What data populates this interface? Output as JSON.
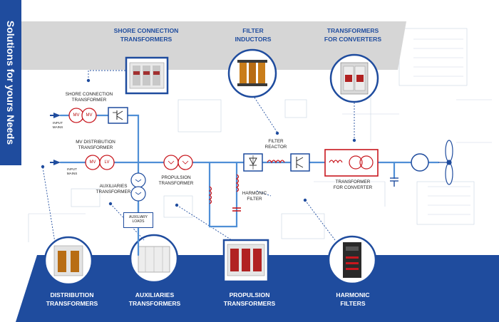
{
  "sidebar": {
    "title": "Solutions for yours Needs"
  },
  "top_categories": [
    {
      "label": "SHORE CONNECTION\nTRANSFORMERS"
    },
    {
      "label": "FILTER\nINDUCTORS"
    },
    {
      "label": "TRANSFORMERS\nFOR CONVERTERS"
    }
  ],
  "bottom_categories": [
    {
      "label": "DISTRIBUTION\nTRANSFORMERS"
    },
    {
      "label": "AUXILIARIES\nTRANSFORMERS"
    },
    {
      "label": "PROPULSION\nTRANSFORMERS"
    },
    {
      "label": "HARMONIC\nFILTERS"
    }
  ],
  "diagram": {
    "shore_label": "SHORE CONNECTION\nTRANSFORMER",
    "mv_dist_label": "MV DISTRIBUTION\nTRANSFORMER",
    "input_mains_1": "INPUT\nMAINS",
    "input_mains_2": "INPUT\nMAINS",
    "winding_mv_a": "MV",
    "winding_mv_b": "MV",
    "winding_mv_c": "MV",
    "winding_lv": "LV",
    "aux_label": "AUXILIARIES\nTRANSFORMER",
    "aux_loads": "AUXILIARY\nLOADS",
    "propulsion_label": "PROPULSION\nTRANSFORMER",
    "filter_reactor": "FILTER\nREACTOR",
    "harmonic_filter": "HARMONIC\nFILTER",
    "converter_transformer": "TRANSFORMER\nFOR CONVERTER"
  },
  "colors": {
    "brand_blue": "#1f4c9e",
    "line_blue": "#4f8fd6",
    "red": "#c8171e",
    "grey_band": "#d6d6d6"
  }
}
